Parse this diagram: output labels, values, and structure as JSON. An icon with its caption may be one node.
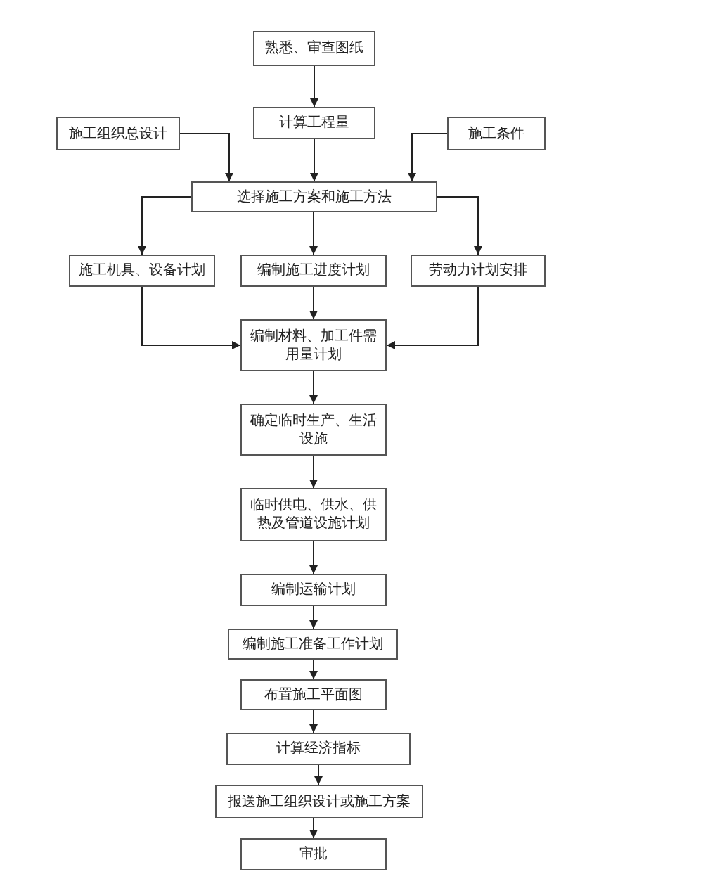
{
  "diagram": {
    "nodes": [
      {
        "text": [
          "熟悉、审查图纸"
        ]
      },
      {
        "text": [
          "计算工程量"
        ]
      },
      {
        "text": [
          "施工组织总设计"
        ]
      },
      {
        "text": [
          "施工条件"
        ]
      },
      {
        "text": [
          "选择施工方案和施工方法"
        ]
      },
      {
        "text": [
          "施工机具、设备计划"
        ]
      },
      {
        "text": [
          "编制施工进度计划"
        ]
      },
      {
        "text": [
          "劳动力计划安排"
        ]
      },
      {
        "text": [
          "编制材料、加工件需用量计划"
        ]
      },
      {
        "text": [
          "确定临时生产、生活设施"
        ]
      },
      {
        "text": [
          "临时供电、供水、供热及管道设施计划"
        ]
      },
      {
        "text": [
          "编制运输计划"
        ]
      },
      {
        "text": [
          "编制施工准备工作计划"
        ]
      },
      {
        "text": [
          "布置施工平面图"
        ]
      },
      {
        "text": [
          "计算经济指标"
        ]
      },
      {
        "text": [
          "报送施工组织设计或施工方案"
        ]
      },
      {
        "text": [
          "审批"
        ]
      }
    ],
    "edges": [
      {
        "from": 0,
        "to": 1,
        "arrow": "to"
      },
      {
        "from": 1,
        "to": 4,
        "arrow": "to"
      },
      {
        "from": 2,
        "to": 4,
        "arrow": "to"
      },
      {
        "from": 3,
        "to": 4,
        "arrow": "to"
      },
      {
        "from": 4,
        "to": 5,
        "arrow": "to"
      },
      {
        "from": 4,
        "to": 6,
        "arrow": "to"
      },
      {
        "from": 4,
        "to": 7,
        "arrow": "to"
      },
      {
        "from": 5,
        "to": 8,
        "arrow": "to"
      },
      {
        "from": 6,
        "to": 8,
        "arrow": "to"
      },
      {
        "from": 7,
        "to": 8,
        "arrow": "to"
      },
      {
        "from": 8,
        "to": 9,
        "arrow": "to"
      },
      {
        "from": 9,
        "to": 10,
        "arrow": "to"
      },
      {
        "from": 10,
        "to": 11,
        "arrow": "to"
      },
      {
        "from": 11,
        "to": 12,
        "arrow": "to"
      },
      {
        "from": 12,
        "to": 13,
        "arrow": "to"
      },
      {
        "from": 13,
        "to": 14,
        "arrow": "to"
      },
      {
        "from": 14,
        "to": 15,
        "arrow": "to"
      },
      {
        "from": 15,
        "to": 16,
        "arrow": "to"
      }
    ]
  }
}
